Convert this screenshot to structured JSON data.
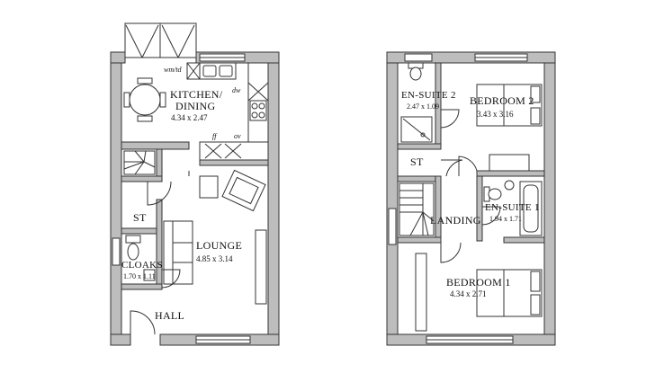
{
  "ground_floor": {
    "rooms": {
      "kitchen": {
        "name_line1": "KITCHEN/",
        "name_line2": "DINING",
        "dims": "4.34 x 2.47"
      },
      "lounge": {
        "name": "LOUNGE",
        "dims": "4.85 x 3.14"
      },
      "cloaks": {
        "name": "CLOAKS",
        "dims": "1.70 x 1.11"
      },
      "store": {
        "name": "ST"
      },
      "hall": {
        "name": "HALL"
      }
    },
    "appliances": {
      "washer": "wm/td",
      "dishwasher": "dw",
      "fridge": "ff",
      "oven": "ov"
    }
  },
  "first_floor": {
    "rooms": {
      "ensuite2": {
        "name": "EN-SUITE 2",
        "dims": "2.47 x 1.09"
      },
      "bedroom2": {
        "name": "BEDROOM 2",
        "dims": "3.43 x 3.16"
      },
      "store": {
        "name": "ST"
      },
      "landing": {
        "name": "LANDING"
      },
      "ensuite1": {
        "name": "EN-SUITE 1",
        "dims": "1.94 x 1.71"
      },
      "bedroom1": {
        "name": "BEDROOM 1",
        "dims": "4.34 x 2.71"
      }
    }
  }
}
